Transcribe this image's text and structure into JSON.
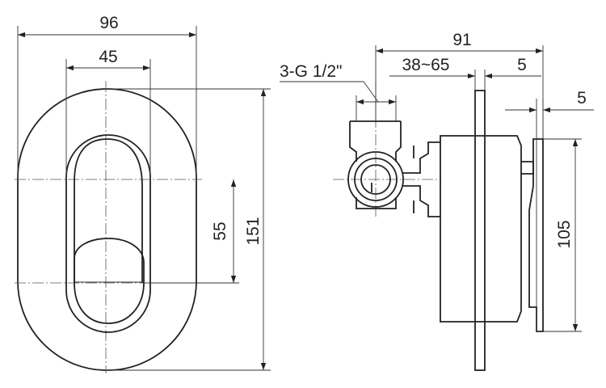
{
  "front_view": {
    "width_label": "96",
    "inner_width_label": "45",
    "height_label": "151",
    "handle_offset_label": "55"
  },
  "side_view": {
    "thread_label": "3-G 1/2\"",
    "depth_total_label": "91",
    "depth_range_label": "38~65",
    "plate_thickness_label": "5",
    "handle_thickness_label": "5",
    "handle_height_label": "105"
  }
}
